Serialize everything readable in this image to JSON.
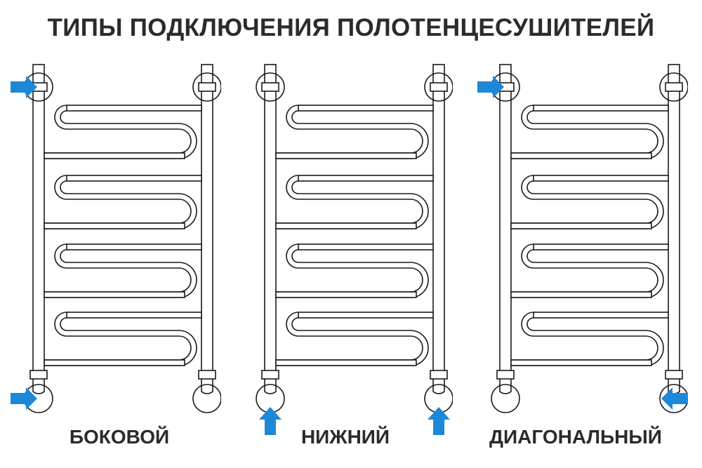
{
  "title": "ТИПЫ ПОДКЛЮЧЕНИЯ ПОЛОТЕНЦЕСУШИТЕЛЕЙ",
  "colors": {
    "arrow": "#1e88d8",
    "line": "#1a1a1a",
    "text": "#2b2b2b"
  },
  "panels": [
    {
      "caption": "БОКОВОЙ",
      "arrows": [
        "top-left-right",
        "bottom-left-right"
      ]
    },
    {
      "caption": "НИЖНИЙ",
      "arrows": [
        "bottom-left-up",
        "bottom-right-up"
      ]
    },
    {
      "caption": "ДИАГОНАЛЬНЫЙ",
      "arrows": [
        "top-left-right",
        "bottom-right-left"
      ]
    }
  ]
}
